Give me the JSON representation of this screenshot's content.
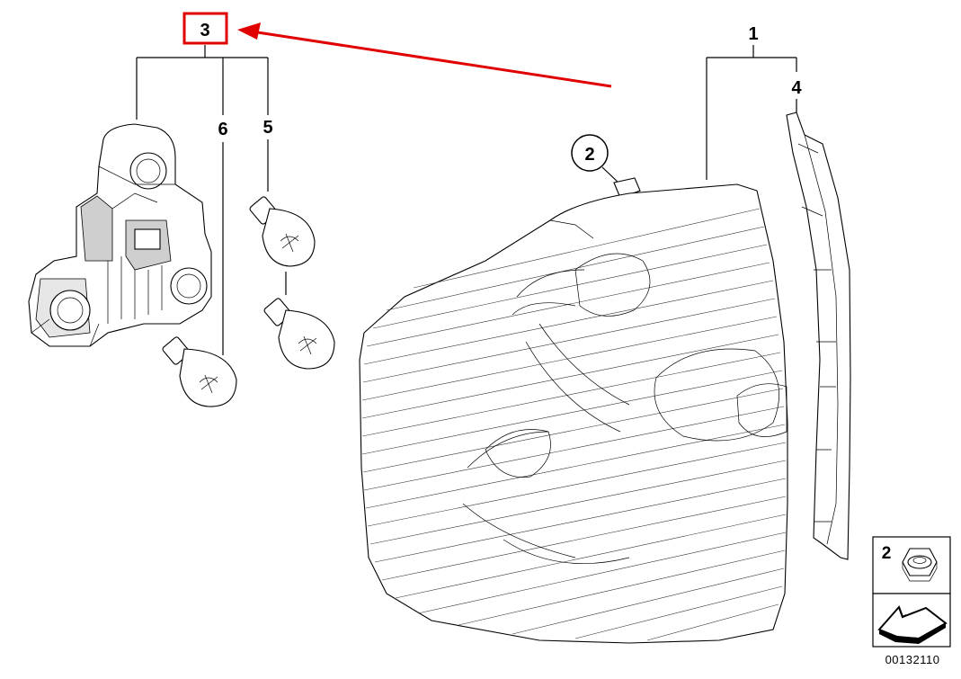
{
  "diagram": {
    "callouts": [
      {
        "id": "1",
        "text": "1"
      },
      {
        "id": "2",
        "text": "2"
      },
      {
        "id": "3",
        "text": "3"
      },
      {
        "id": "4",
        "text": "4"
      },
      {
        "id": "5",
        "text": "5"
      },
      {
        "id": "6",
        "text": "6"
      }
    ],
    "legend_box_label": "2",
    "diagram_number": "00132110",
    "highlight_color": "#e00000",
    "arrow_color": "#e00000"
  }
}
